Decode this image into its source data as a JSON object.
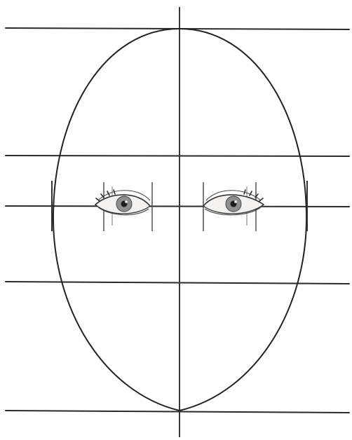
{
  "figure": {
    "type": "face-proportion-guide",
    "horizontal_guides": [
      "crown-line",
      "brow-line",
      "eye-line",
      "nose-line",
      "chin-line"
    ],
    "vertical_guides": [
      "center-line"
    ],
    "eyes": [
      "left-eye",
      "right-eye"
    ],
    "colors": {
      "background": "#ffffff",
      "lines": "#2a2a2a",
      "iris": "#8f8f8f"
    }
  }
}
